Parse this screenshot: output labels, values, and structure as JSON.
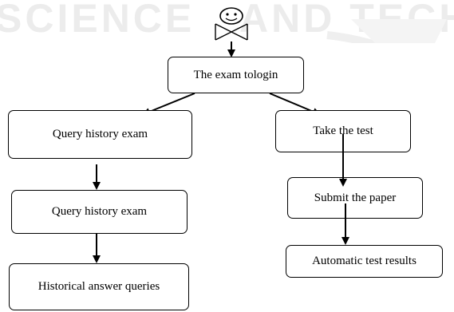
{
  "watermark": {
    "left_text": "SCIENCE",
    "right_text": "AND TECHN",
    "color": "#ececec"
  },
  "diagram": {
    "start_icon": "smiley-face-icon",
    "nodes": {
      "login": "The exam tologin",
      "query_history_1": "Query history exam",
      "take_test": "Take the test",
      "query_history_2": "Query history exam",
      "submit_paper": "Submit the paper",
      "historical_answers": "Historical answer queries",
      "auto_results": "Automatic test results"
    },
    "edges": [
      [
        "start",
        "login"
      ],
      [
        "login",
        "query_history_1"
      ],
      [
        "login",
        "take_test"
      ],
      [
        "query_history_1",
        "query_history_2"
      ],
      [
        "query_history_2",
        "historical_answers"
      ],
      [
        "take_test",
        "submit_paper"
      ],
      [
        "submit_paper",
        "auto_results"
      ]
    ]
  }
}
